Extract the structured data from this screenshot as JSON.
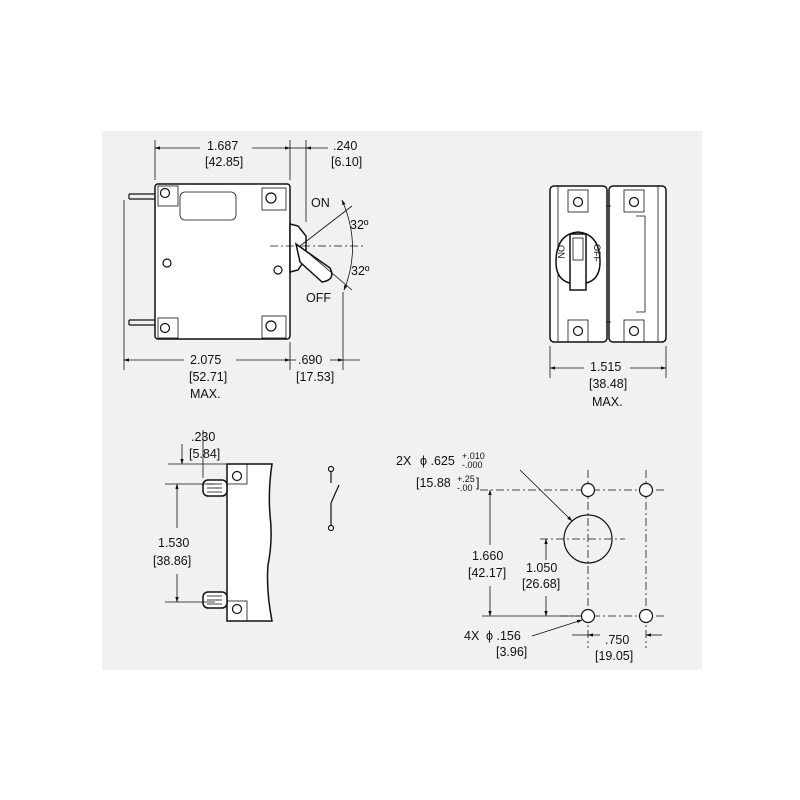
{
  "front_view": {
    "width_in": "1.687",
    "width_mm": "[42.85]",
    "toggle_offset_in": ".240",
    "toggle_offset_mm": "[6.10]",
    "label_on": "ON",
    "label_off": "OFF",
    "angle_top": "32º",
    "angle_bottom": "32º",
    "overall_in": "2.075",
    "overall_mm": "[52.71]",
    "overall_max": "MAX.",
    "handle_in": ".690",
    "handle_mm": "[17.53]"
  },
  "end_view": {
    "width_in": "1.515",
    "width_mm": "[38.48]",
    "width_max": "MAX.",
    "toggle_letters": {
      "on": "ON",
      "off": "OFF"
    }
  },
  "side_view": {
    "offset_in": ".230",
    "offset_mm": "[5.84]",
    "spacing_in": "1.530",
    "spacing_mm": "[38.86]"
  },
  "panel_cutout": {
    "big_hole_qty": "2X",
    "big_hole_dia": "ϕ .625",
    "big_hole_tol_in_plus": "+.010",
    "big_hole_tol_in_minus": "-.000",
    "big_hole_mm": "[15.88",
    "big_hole_tol_mm_plus": "+.25",
    "big_hole_tol_mm_minus": "-.00",
    "big_hole_mm_close": "]",
    "height_in": "1.660",
    "height_mm": "[42.17]",
    "center_in": "1.050",
    "center_mm": "[26.68]",
    "small_hole_qty": "4X",
    "small_hole_dia": "ϕ .156",
    "small_hole_mm": "[3.96]",
    "pitch_in": ".750",
    "pitch_mm": "[19.05]"
  }
}
